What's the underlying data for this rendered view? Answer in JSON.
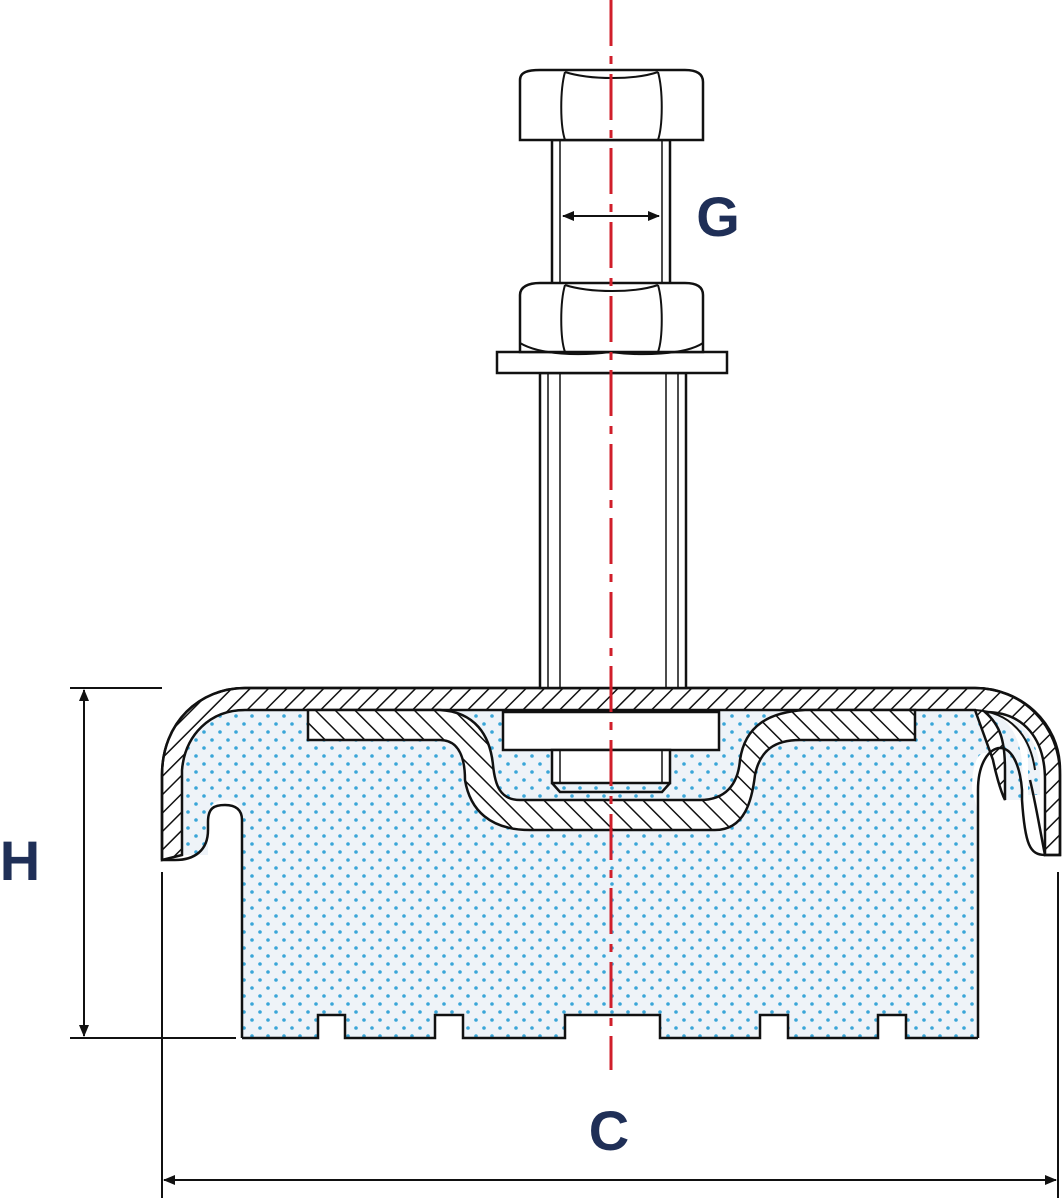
{
  "labels": {
    "G": "G",
    "H": "H",
    "C": "C"
  },
  "colors": {
    "outline": "#111111",
    "centerline": "#d01e2a",
    "label": "#1f2f57",
    "rubber_fill": "#eef3f8",
    "rubber_dots": "#3aa6d8",
    "hatch": "#111111"
  }
}
